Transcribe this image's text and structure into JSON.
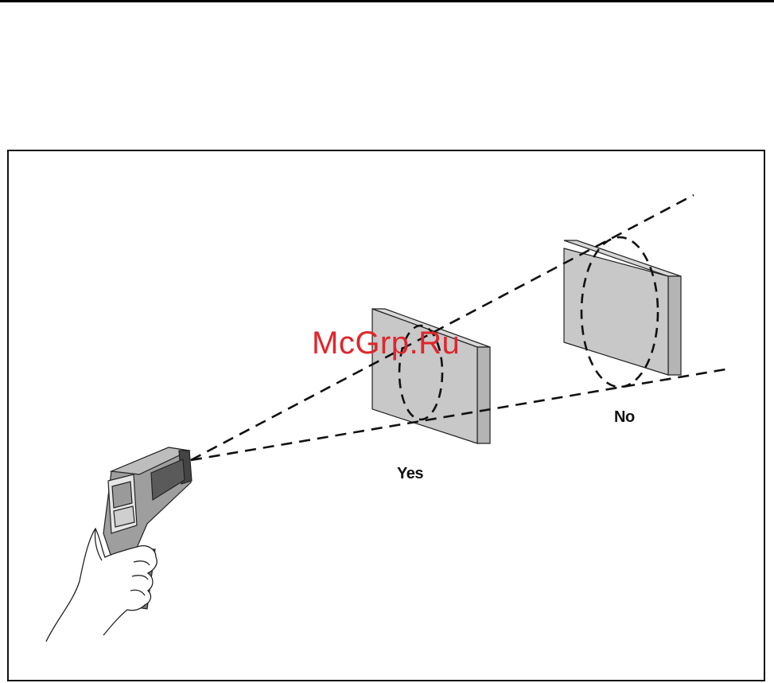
{
  "labels": {
    "yes": "Yes",
    "no": "No"
  },
  "watermark": "McGrp.Ru",
  "colors": {
    "target_fill": "#c8c8c8",
    "target_edge": "#9a9a9a",
    "line": "#111111",
    "watermark": "#e0252b",
    "device_body": "#9e9e9e",
    "device_dark": "#5a5a5a"
  },
  "icons": [
    "infrared-thermometer-icon",
    "hand-icon"
  ]
}
